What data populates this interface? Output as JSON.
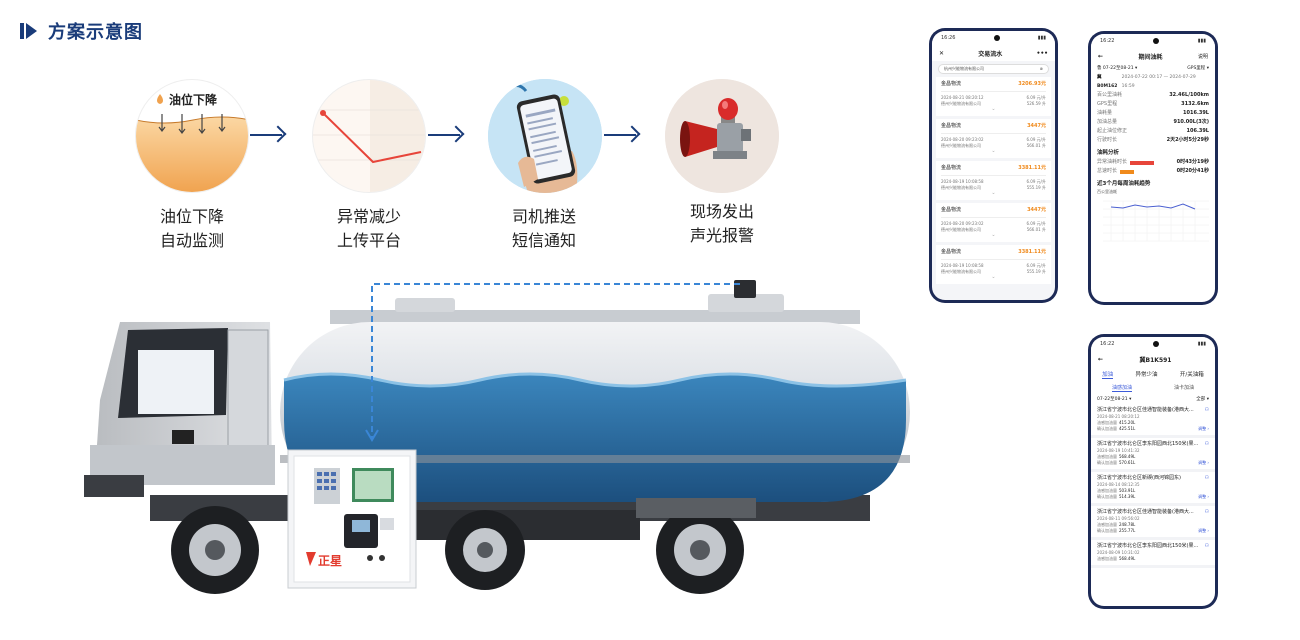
{
  "header": {
    "title": "方案示意图"
  },
  "steps": [
    {
      "line1": "油位下降",
      "line2": "自动监测",
      "badge": "油位下降"
    },
    {
      "line1": "异常减少",
      "line2": "上传平台"
    },
    {
      "line1": "司机推送",
      "line2": "短信通知"
    },
    {
      "line1": "现场发出",
      "line2": "声光报警"
    }
  ],
  "device": {
    "brand": "正星"
  },
  "phone1": {
    "time": "16:26",
    "title": "交易流水",
    "search": "杭州兴能物流有限公司",
    "records": [
      {
        "company": "金昌物流",
        "amount": "3206.93元",
        "date": "2024-08-21 08:20:12",
        "station": "德州兴能物流有限公司",
        "price": "6.09 元/升",
        "volume": "526.59 升"
      },
      {
        "company": "金昌物流",
        "amount": "3447元",
        "date": "2024-08-20 09:23:02",
        "station": "德州兴能物流有限公司",
        "price": "6.09 元/升",
        "volume": "566.01 升"
      },
      {
        "company": "金昌物流",
        "amount": "3381.11元",
        "date": "2024-08-19 10:08:58",
        "station": "德州兴能物流有限公司",
        "price": "6.09 元/升",
        "volume": "555.19 升"
      },
      {
        "company": "金昌物流",
        "amount": "3447元",
        "date": "2024-08-20 09:23:02",
        "station": "德州兴能物流有限公司",
        "price": "6.09 元/升",
        "volume": "566.01 升"
      },
      {
        "company": "金昌物流",
        "amount": "3381.11元",
        "date": "2024-08-19 10:08:58",
        "station": "德州兴能物流有限公司",
        "price": "6.09 元/升",
        "volume": "555.19 升"
      }
    ]
  },
  "phone2": {
    "time": "16:22",
    "title": "期间油耗",
    "action": "说明",
    "filter_left": "鲁 07-22至08-21 ▾",
    "filter_right": "GPS里程 ▾",
    "vehicle": "冀B0M162",
    "range": "2024-07-22 00:17 — 2024-07-29 16:59",
    "stats": [
      {
        "k": "百公里油耗",
        "v": "32.46L/100km"
      },
      {
        "k": "GPS里程",
        "v": "3132.6km"
      },
      {
        "k": "油耗量",
        "v": "1016.39L"
      },
      {
        "k": "加油总量",
        "v": "910.00L(3次)"
      },
      {
        "k": "起止油位修正",
        "v": "106.39L"
      },
      {
        "k": "行驶时长",
        "v": "2天2小时5分29秒"
      }
    ],
    "analysis_title": "油耗分析",
    "analysis": [
      {
        "k": "异常油耗时长",
        "v": "0时43分19秒"
      },
      {
        "k": "怠速时长",
        "v": "0时20分41秒"
      }
    ],
    "trend_title": "近3个月每周油耗趋势",
    "trend_caption": "百公里油耗"
  },
  "phone3": {
    "time": "16:22",
    "title": "冀B1K591",
    "tabs": [
      "加油",
      "异常少油",
      "开/关油箱"
    ],
    "subtabs": [
      "油感加油",
      "油卡加油"
    ],
    "filter_left": "07-22至08-21 ▾",
    "filter_right": "全部 ▾",
    "records": [
      {
        "place": "浙江省宁波市北仑区佳通智能装备(港西大...",
        "time": "2024-08-21 08:20:12",
        "l1": "油感加油量",
        "v1": "415.20L",
        "l2": "确认加油量",
        "v2": "425.51L"
      },
      {
        "place": "浙江省宁波市北仑区李东阳园西北150米(果...",
        "time": "2024-08-19 10:41:32",
        "l1": "油感加油量",
        "v1": "568.49L",
        "l2": "确认加油量",
        "v2": "570.61L"
      },
      {
        "place": "浙江省宁波市北仑区新碶(西河锦园东)",
        "time": "2024-08-14 08:12:35",
        "l1": "油感加油量",
        "v1": "503.91L",
        "l2": "确认加油量",
        "v2": "514.39L"
      },
      {
        "place": "浙江省宁波市北仑区佳通智能装备(港西大...",
        "time": "2024-08-11 09:56:02",
        "l1": "油感加油量",
        "v1": "248.78L",
        "l2": "确认加油量",
        "v2": "255.77L"
      },
      {
        "place": "浙江省宁波市北仑区李东阳园西北150米(果...",
        "time": "2024-08-09 10:31:02",
        "l1": "油感加油量",
        "v1": "568.49L",
        "l2": "",
        "v2": ""
      }
    ],
    "detail_label": "调整 ›"
  },
  "colors": {
    "accent": "#1a3c7a",
    "orange": "#f08a1c",
    "water": "#2f76ad",
    "link": "#3c5bd9"
  }
}
